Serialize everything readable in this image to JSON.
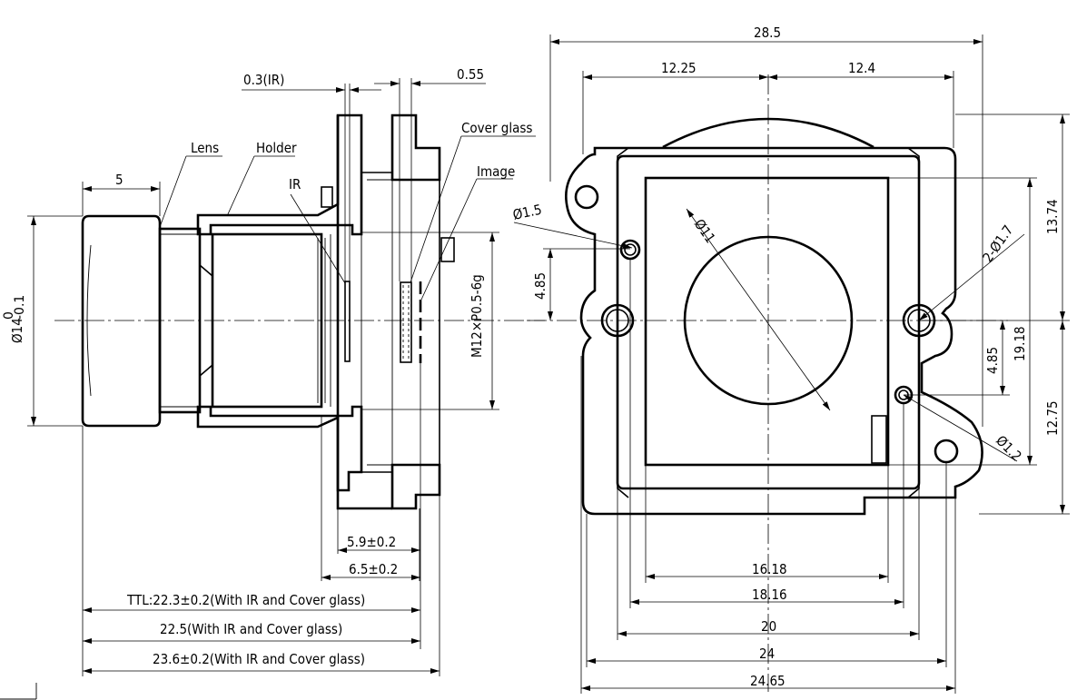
{
  "labels": {
    "lens": "Lens",
    "holder": "Holder",
    "ir": "IR",
    "cover_glass": "Cover glass",
    "image": "Image",
    "thread": "M12×P0.5-6g"
  },
  "side_view_dims": {
    "ir_thickness": "0.3(IR)",
    "cover_glass_thickness": "0.55",
    "lens_length": "5",
    "lens_diameter": "Ø14",
    "lens_diameter_tol_upper": "0",
    "lens_diameter_tol_lower": "-0.1",
    "d_5_9": "5.9±0.2",
    "d_6_5": "6.5±0.2",
    "ttl": "TTL:22.3±0.2(With IR and Cover glass)",
    "len_22_5": "22.5(With IR and Cover glass)",
    "len_23_6": "23.6±0.2(With IR and Cover glass)"
  },
  "front_view_dims": {
    "overall_width": "28.5",
    "left_half": "12.25",
    "right_half": "12.4",
    "hole_small_dia": "Ø1.5",
    "bore_dia": "Ø11",
    "two_holes_dia": "2-Ø1.7",
    "hole_offset_left": "4.85",
    "hole_offset_right": "4.85",
    "hole_12_dia": "Ø1.2",
    "top_height": "13.74",
    "right_height": "19.18",
    "bottom_height": "12.75",
    "w_16_18": "16.18",
    "w_18_16": "18.16",
    "w_20": "20",
    "w_24": "24",
    "w_24_65": "24.65"
  }
}
